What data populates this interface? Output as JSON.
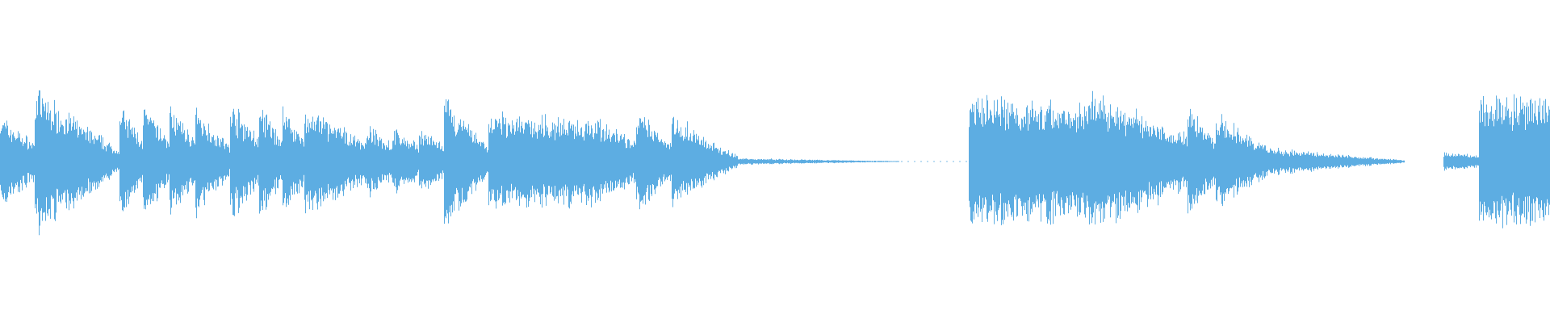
{
  "waveform": {
    "color": "#5dade2",
    "segments": [
      {
        "start": 0.0,
        "end": 0.022,
        "amp": 0.14,
        "decay": 0.6
      },
      {
        "start": 0.022,
        "end": 0.077,
        "amp": 0.22,
        "decay": 0.85
      },
      {
        "start": 0.077,
        "end": 0.092,
        "amp": 0.17,
        "decay": 0.6
      },
      {
        "start": 0.092,
        "end": 0.109,
        "amp": 0.17,
        "decay": 0.6
      },
      {
        "start": 0.109,
        "end": 0.126,
        "amp": 0.17,
        "decay": 0.6
      },
      {
        "start": 0.126,
        "end": 0.148,
        "amp": 0.16,
        "decay": 0.7
      },
      {
        "start": 0.148,
        "end": 0.167,
        "amp": 0.18,
        "decay": 0.6
      },
      {
        "start": 0.167,
        "end": 0.182,
        "amp": 0.17,
        "decay": 0.6
      },
      {
        "start": 0.182,
        "end": 0.196,
        "amp": 0.17,
        "decay": 0.6
      },
      {
        "start": 0.196,
        "end": 0.236,
        "amp": 0.16,
        "decay": 0.6
      },
      {
        "start": 0.236,
        "end": 0.253,
        "amp": 0.11,
        "decay": 0.5
      },
      {
        "start": 0.253,
        "end": 0.27,
        "amp": 0.1,
        "decay": 0.5
      },
      {
        "start": 0.27,
        "end": 0.286,
        "amp": 0.1,
        "decay": 0.5
      },
      {
        "start": 0.286,
        "end": 0.315,
        "amp": 0.19,
        "decay": 0.75
      },
      {
        "start": 0.315,
        "end": 0.378,
        "amp": 0.14,
        "decay": 0.1
      },
      {
        "start": 0.378,
        "end": 0.41,
        "amp": 0.15,
        "decay": 0.6
      },
      {
        "start": 0.41,
        "end": 0.433,
        "amp": 0.15,
        "decay": 0.6
      },
      {
        "start": 0.433,
        "end": 0.457,
        "amp": 0.15,
        "decay": 0.6
      },
      {
        "start": 0.457,
        "end": 0.476,
        "amp": 0.06,
        "decay": 0.7
      },
      {
        "start": 0.476,
        "end": 0.58,
        "amp": 0.01,
        "decay": 0.9
      },
      {
        "start": 0.625,
        "end": 0.7,
        "amp": 0.19,
        "decay": 0.1
      },
      {
        "start": 0.7,
        "end": 0.72,
        "amp": 0.21,
        "decay": 0.1
      },
      {
        "start": 0.72,
        "end": 0.766,
        "amp": 0.17,
        "decay": 0.5
      },
      {
        "start": 0.766,
        "end": 0.784,
        "amp": 0.17,
        "decay": 0.6
      },
      {
        "start": 0.784,
        "end": 0.818,
        "amp": 0.14,
        "decay": 0.7
      },
      {
        "start": 0.818,
        "end": 0.906,
        "amp": 0.04,
        "decay": 0.9
      },
      {
        "start": 0.931,
        "end": 0.954,
        "amp": 0.03,
        "decay": 0.4
      },
      {
        "start": 0.954,
        "end": 1.0,
        "amp": 0.2,
        "decay": 0.1
      }
    ]
  }
}
